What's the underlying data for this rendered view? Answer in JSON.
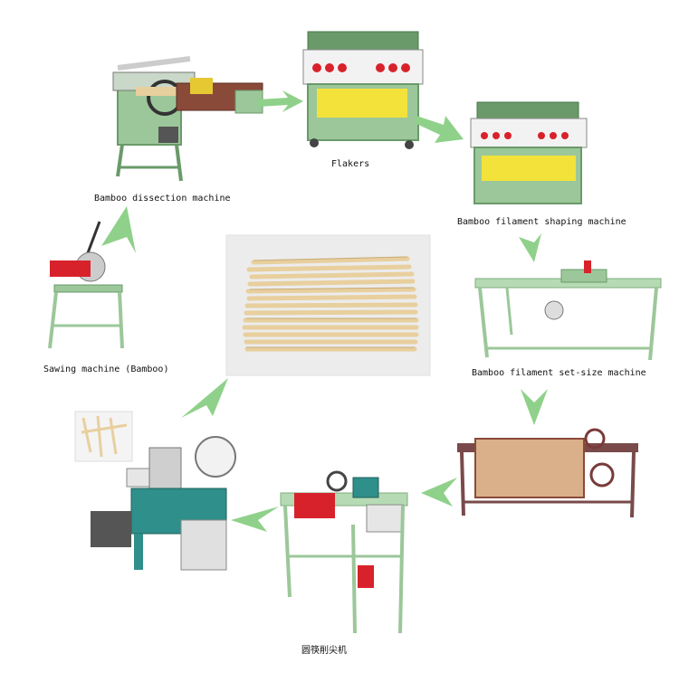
{
  "diagram": {
    "labels": {
      "dissection": "Bamboo dissection machine",
      "flakers": "Flakers",
      "shaping": "Bamboo filament shaping machine",
      "setsize": "Bamboo filament set-size machine",
      "sawing": "Sawing machine (Bamboo)",
      "pointing": "圆筷削尖机"
    },
    "colors": {
      "arrow": "#8fd18a",
      "machine_green": "#6a9a6a",
      "frame_green": "#9cc79a",
      "yellow_panel": "#f2e23a",
      "red_accent": "#d8222b",
      "bamboo": "#e8cf9e",
      "teal": "#2f8f8a",
      "wood_panel": "#d9b08a"
    }
  }
}
